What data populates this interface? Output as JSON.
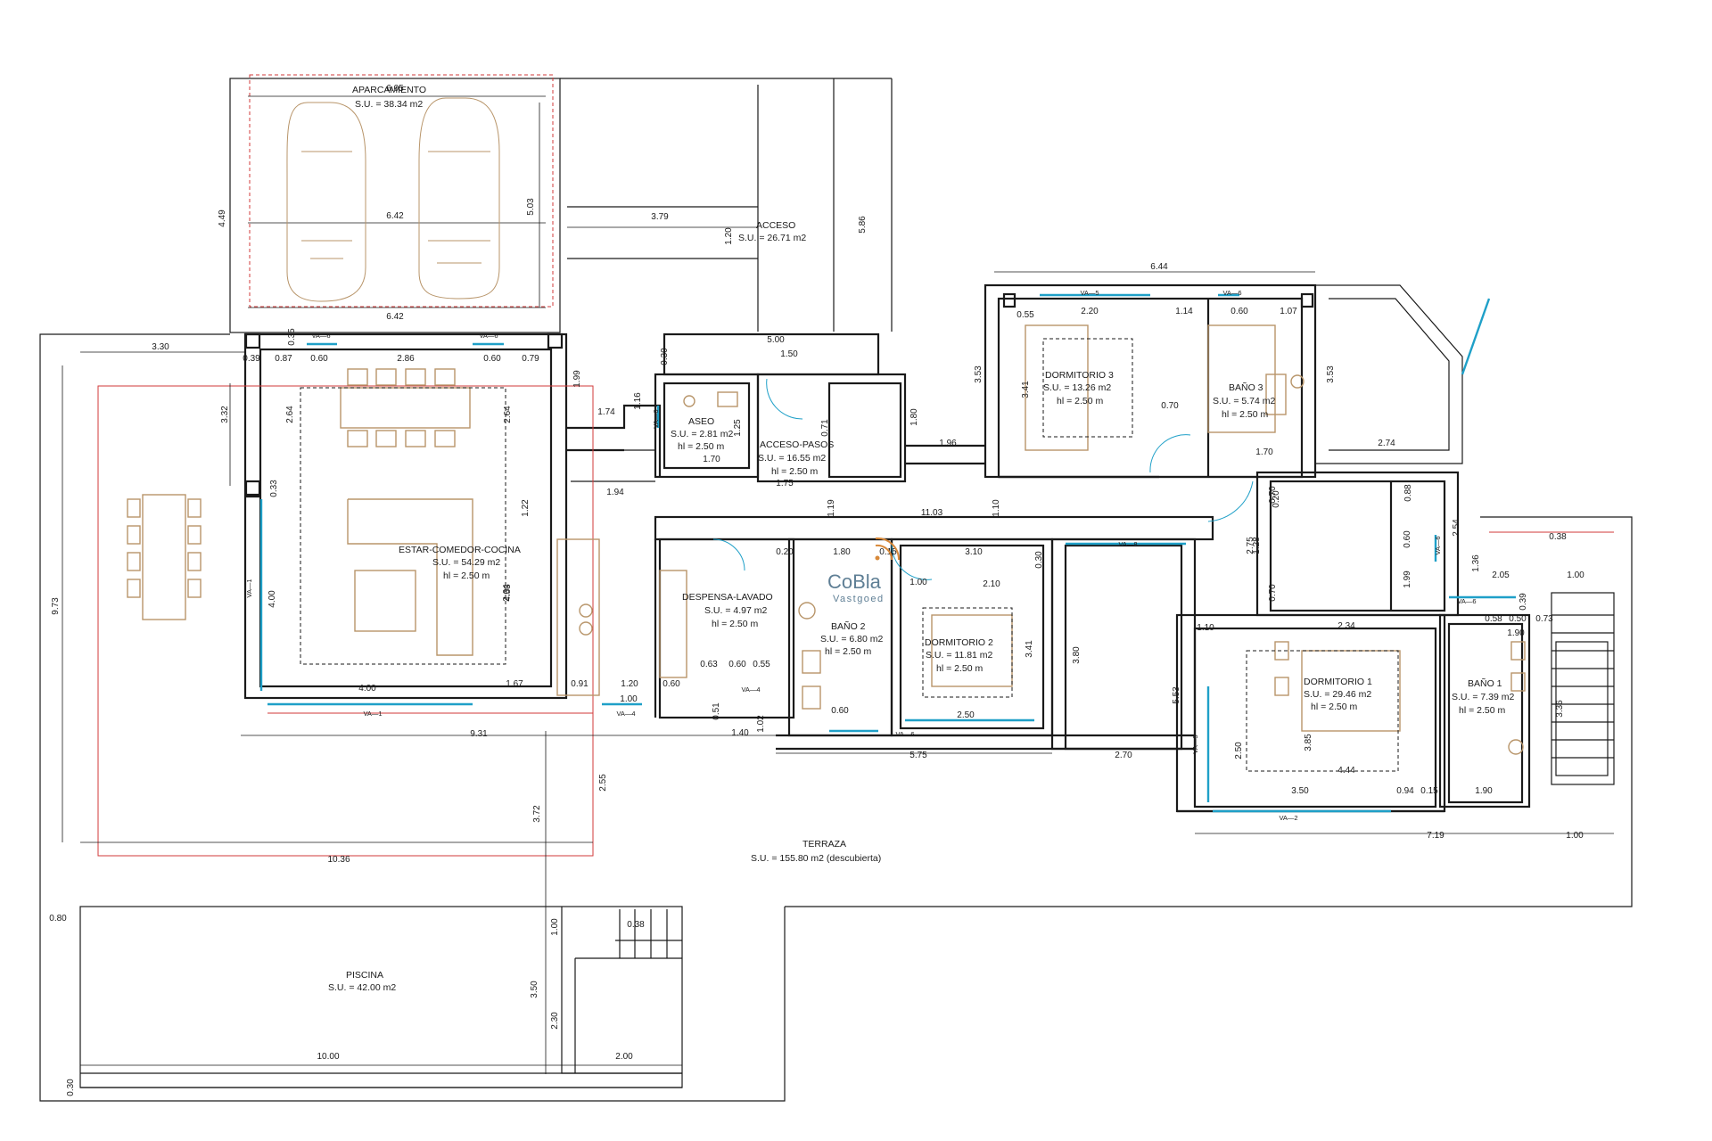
{
  "rooms": [
    {
      "name": "APARCAMIENTO",
      "area": "S.U. = 38.34 m2"
    },
    {
      "name": "ACCESO",
      "area": "S.U. = 26.71 m2"
    },
    {
      "name": "ASEO",
      "area": "S.U. = 2.81 m2",
      "height": "hl = 2.50 m"
    },
    {
      "name": "ACCESO-PASOS",
      "area": "S.U. = 16.55 m2",
      "height": "hl = 2.50 m"
    },
    {
      "name": "DORMITORIO 3",
      "area": "S.U. = 13.26 m2",
      "height": "hl = 2.50 m"
    },
    {
      "name": "BAÑO 3",
      "area": "S.U. = 5.74 m2",
      "height": "hl = 2.50 m"
    },
    {
      "name": "ESTAR-COMEDOR-COCINA",
      "area": "S.U. = 54.29 m2",
      "height": "hl = 2.50 m"
    },
    {
      "name": "DESPENSA-LAVADO",
      "area": "S.U. = 4.97 m2",
      "height": "hl = 2.50 m"
    },
    {
      "name": "BAÑO 2",
      "area": "S.U. = 6.80 m2",
      "height": "hl = 2.50 m"
    },
    {
      "name": "DORMITORIO 2",
      "area": "S.U. = 11.81 m2",
      "height": "hl = 2.50 m"
    },
    {
      "name": "DORMITORIO 1",
      "area": "S.U. = 29.46 m2",
      "height": "hl = 2.50 m"
    },
    {
      "name": "BAÑO 1",
      "area": "S.U. = 7.39 m2",
      "height": "hl = 2.50 m"
    },
    {
      "name": "TERRAZA",
      "area": "S.U. = 155.80 m2 (descubierta)"
    },
    {
      "name": "PISCINA",
      "area": "S.U. = 42.00 m2"
    }
  ],
  "dimensions": [
    "6.05",
    "6.42",
    "6.42",
    "4.49",
    "5.03",
    "3.79",
    "1.20",
    "5.86",
    "3.30",
    "0.39",
    "0.87",
    "0.35",
    "0.60",
    "2.86",
    "0.60",
    "0.79",
    "3.32",
    "2.64",
    "2.64",
    "1.99",
    "1.74",
    "1.16",
    "0.30",
    "5.00",
    "1.50",
    "1.70",
    "1.25",
    "1.75",
    "0.71",
    "1.80",
    "1.96",
    "3.53",
    "6.44",
    "0.55",
    "2.20",
    "1.14",
    "0.60",
    "1.07",
    "3.41",
    "0.70",
    "1.70",
    "3.53",
    "2.74",
    "1.22",
    "1.94",
    "0.33",
    "1.19",
    "11.03",
    "1.10",
    "0.20",
    "1.80",
    "0.15",
    "3.10",
    "1.00",
    "2.10",
    "0.30",
    "9.73",
    "4.00",
    "4.00",
    "4.53",
    "2.04",
    "0.63",
    "0.60",
    "0.55",
    "1.67",
    "0.91",
    "1.20",
    "0.60",
    "1.00",
    "0.51",
    "1.02",
    "1.40",
    "0.60",
    "2.50",
    "3.41",
    "3.80",
    "5.53",
    "5.75",
    "2.70",
    "9.31",
    "2.55",
    "3.72",
    "10.36",
    "2.75",
    "0.70",
    "0.20",
    "1.28",
    "0.70",
    "0.88",
    "0.60",
    "1.99",
    "2.54",
    "1.36",
    "0.38",
    "2.05",
    "1.00",
    "0.39",
    "1.10",
    "2.34",
    "0.58",
    "0.50",
    "0.73",
    "1.90",
    "3.85",
    "4.44",
    "3.50",
    "0.94",
    "0.15",
    "1.90",
    "2.50",
    "3.36",
    "7.19",
    "1.00",
    "0.80",
    "1.00",
    "0.38",
    "3.50",
    "2.30",
    "10.00",
    "2.00",
    "0.30"
  ],
  "openings": [
    "VA—6",
    "VA—6",
    "VA—6",
    "VA—6",
    "VA—5",
    "VA—1",
    "VA—1",
    "VA—4",
    "VA—4",
    "VA—6",
    "VA—6",
    "VA—8",
    "VA—3",
    "VA—2",
    "VA—6"
  ],
  "watermark": {
    "line1": "CoBla",
    "line2": "Vastgoed"
  },
  "colors": {
    "walls": "#1a1a1a",
    "furniture": "#b8956a",
    "glazing": "#1fa0c8",
    "terrace_outline": "#d23a3a",
    "watermark": "#5f7f95"
  }
}
